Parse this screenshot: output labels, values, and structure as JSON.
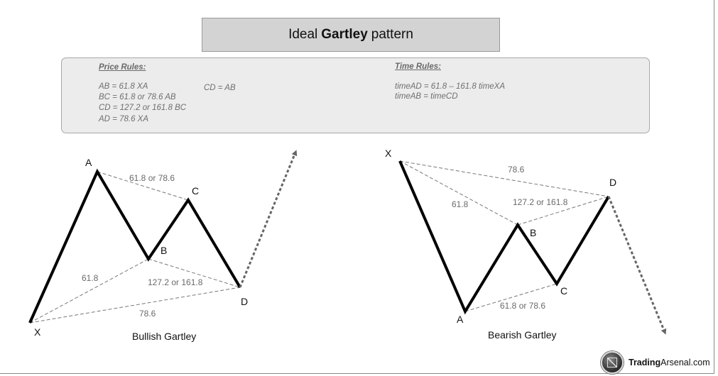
{
  "title": {
    "prefix": "Ideal",
    "bold": "Gartley",
    "suffix": "pattern"
  },
  "price_rules": {
    "heading": "Price Rules:",
    "lines": [
      "AB = 61.8 XA",
      "BC = 61.8 or 78.6 AB",
      "CD = 127.2 or 161.8 BC",
      "AD = 78.6 XA"
    ],
    "extra": "CD = AB"
  },
  "time_rules": {
    "heading": "Time Rules:",
    "lines": [
      "timeAD = 61.8 – 161.8 timeXA",
      "timeAB = timeCD"
    ]
  },
  "bullish": {
    "caption": "Bullish Gartley",
    "points": {
      "X": "X",
      "A": "A",
      "B": "B",
      "C": "C",
      "D": "D"
    },
    "ratios": {
      "bc": "61.8 or 78.6",
      "ab": "61.8",
      "cd": "127.2 or 161.8",
      "ad": "78.6"
    }
  },
  "bearish": {
    "caption": "Bearish Gartley",
    "points": {
      "X": "X",
      "A": "A",
      "B": "B",
      "C": "C",
      "D": "D"
    },
    "ratios": {
      "ad": "78.6",
      "ab": "61.8",
      "cd": "127.2 or 161.8",
      "bc": "61.8 or 78.6"
    }
  },
  "brand": {
    "bold": "Trading",
    "rest": "Arsenal.com"
  },
  "colors": {
    "pattern_line": "#000000",
    "ratio_line": "#777777",
    "arrow": "#666666"
  }
}
